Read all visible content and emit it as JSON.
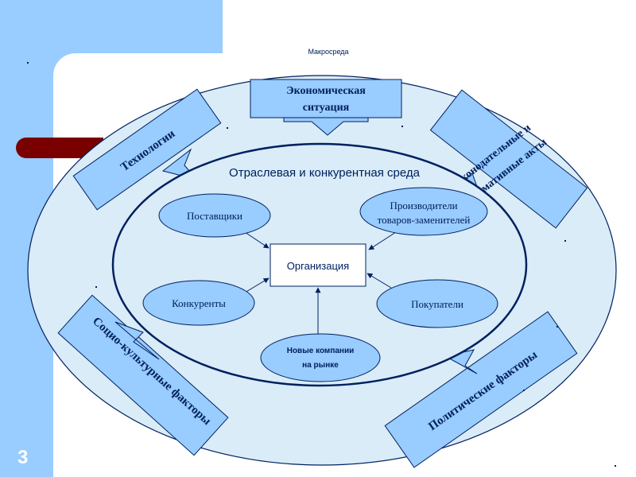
{
  "slide_number": "3",
  "macro_label": "Макросреда",
  "economic_lines": [
    "Экономическая",
    "ситуация"
  ],
  "technology_label": "Технологии",
  "legislative_lines": [
    "Законодательные и",
    "нормативные акты"
  ],
  "sociocultural_label": "Социо-культурные факторы",
  "political_label": "Политические факторы",
  "industry_title": "Отраслевая и конкурентная среда",
  "organization_label": "Организация",
  "suppliers_label": "Поставщики",
  "substitutes_lines": [
    "Производители",
    "товаров-заменителей"
  ],
  "competitors_label": "Конкуренты",
  "buyers_label": "Покупатели",
  "new_entrants_lines": [
    "Новые компании",
    "на рынке"
  ],
  "colors": {
    "background_strip": "#99ccff",
    "outer_fill": "#d9ecf7",
    "ellipse_fill": "#99ccff",
    "box_fill": "#99ccff",
    "stroke": "#002060",
    "text": "#002060",
    "accent": "#7a0000"
  }
}
